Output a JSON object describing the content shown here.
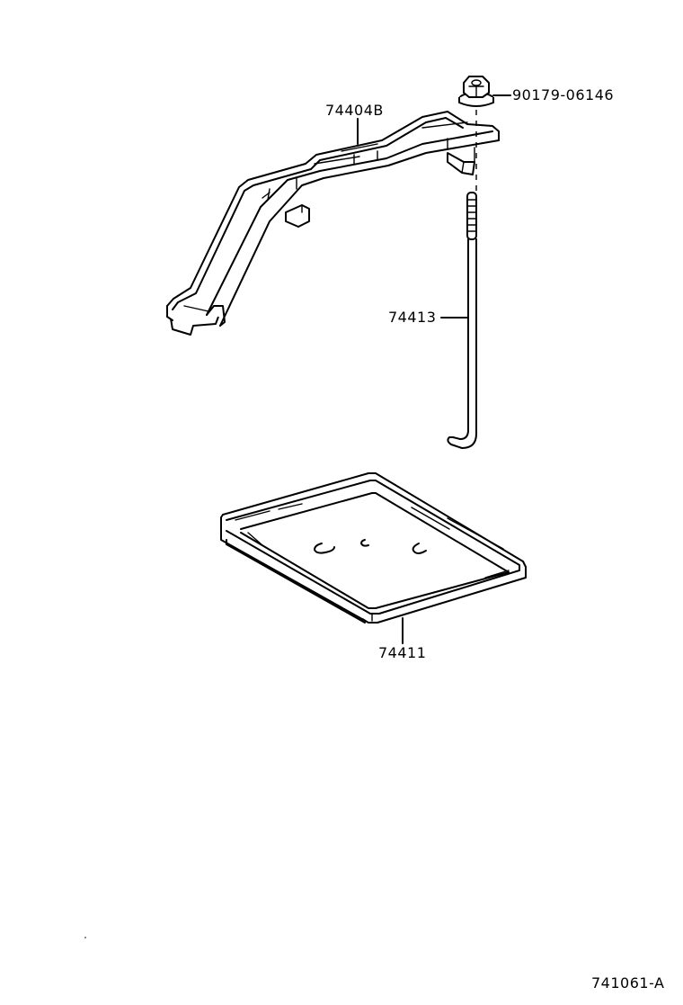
{
  "diagram": {
    "type": "parts-illustration",
    "parts": [
      {
        "id": "nut",
        "part_number": "90179-06146"
      },
      {
        "id": "battery-clamp",
        "part_number": "74404B"
      },
      {
        "id": "hold-down-rod",
        "part_number": "74413"
      },
      {
        "id": "battery-tray",
        "part_number": "74411"
      }
    ],
    "figure_code": "741061-A"
  }
}
